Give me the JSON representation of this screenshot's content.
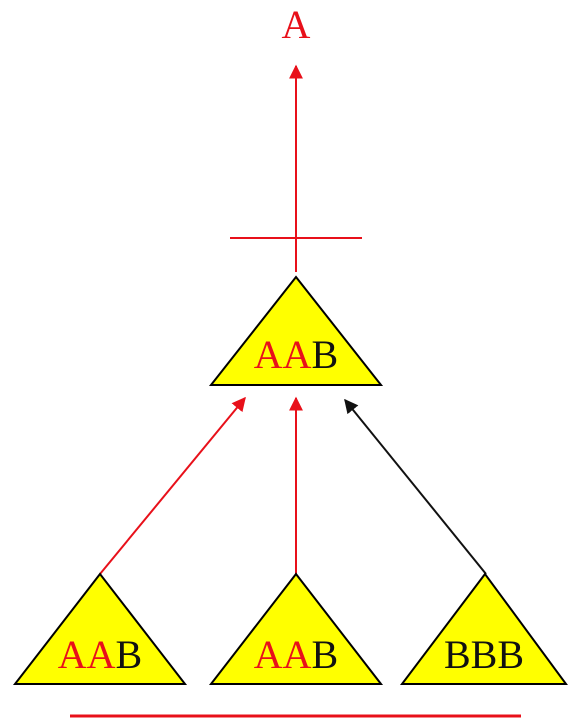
{
  "colors": {
    "red": "#e8101a",
    "black": "#111111",
    "triangle_fill": "#ffff00",
    "triangle_stroke": "#000000"
  },
  "top_label": "A",
  "mid_triangle": {
    "label_parts": [
      {
        "text": "A",
        "color": "red"
      },
      {
        "text": "A",
        "color": "red"
      },
      {
        "text": "B",
        "color": "black"
      }
    ]
  },
  "bottom_triangles": [
    {
      "label_parts": [
        {
          "text": "A",
          "color": "red"
        },
        {
          "text": "A",
          "color": "red"
        },
        {
          "text": "B",
          "color": "black"
        }
      ]
    },
    {
      "label_parts": [
        {
          "text": "A",
          "color": "red"
        },
        {
          "text": "A",
          "color": "red"
        },
        {
          "text": "B",
          "color": "black"
        }
      ]
    },
    {
      "label_parts": [
        {
          "text": "B",
          "color": "black"
        },
        {
          "text": "B",
          "color": "black"
        },
        {
          "text": "B",
          "color": "black"
        }
      ]
    }
  ]
}
